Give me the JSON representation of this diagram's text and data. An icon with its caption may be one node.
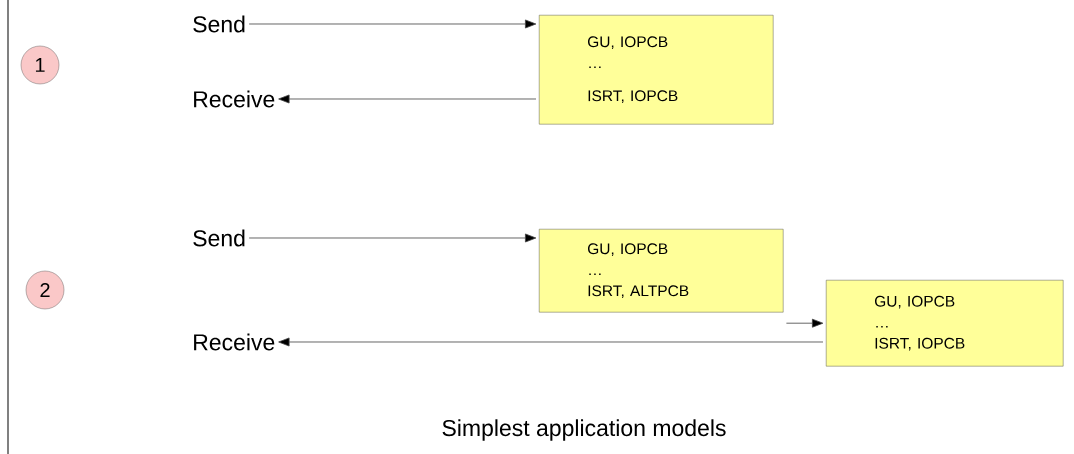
{
  "diagram": {
    "caption": "Simplest application models",
    "nodes": [
      {
        "text": [
          "1"
        ]
      },
      {
        "text": [
          "Send"
        ]
      },
      {
        "text": [
          "Receive"
        ]
      },
      {
        "text": [
          "GU, IOPCB",
          "…",
          "ISRT, IOPCB"
        ]
      },
      {
        "text": [
          "2"
        ]
      },
      {
        "text": [
          "Send"
        ]
      },
      {
        "text": [
          "Receive"
        ]
      },
      {
        "text": [
          "GU, IOPCB",
          "…",
          "ISRT, ALTPCB"
        ]
      },
      {
        "text": [
          "GU, IOPCB",
          "…",
          "ISRT, IOPCB"
        ]
      }
    ],
    "edges": [
      {
        "from": 1,
        "to": 3,
        "arrow": "to"
      },
      {
        "from": 3,
        "to": 2,
        "arrow": "to"
      },
      {
        "from": 5,
        "to": 7,
        "arrow": "to"
      },
      {
        "from": 7,
        "to": 8,
        "arrow": "to"
      },
      {
        "from": 8,
        "to": 6,
        "arrow": "to"
      }
    ]
  }
}
